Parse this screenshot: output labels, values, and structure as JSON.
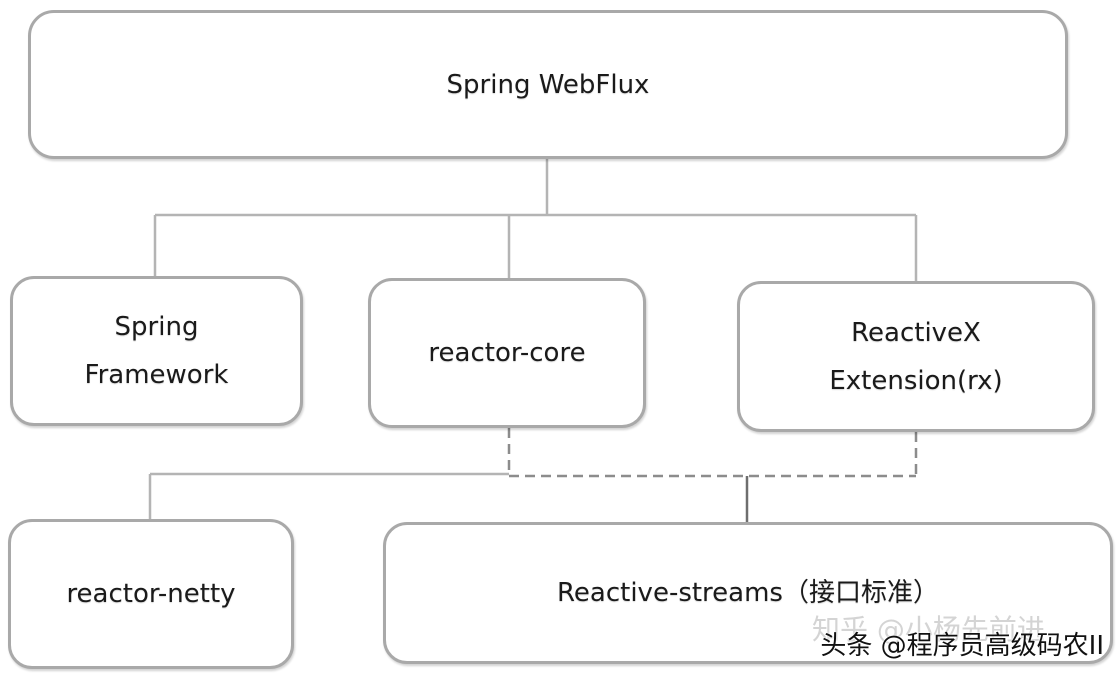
{
  "nodes": {
    "webflux": {
      "line1": "Spring WebFlux"
    },
    "spring_framework": {
      "line1": "Spring",
      "line2": "Framework"
    },
    "reactor_core": {
      "line1": "reactor-core"
    },
    "reactivex": {
      "line1": "ReactiveX",
      "line2": "Extension(rx)"
    },
    "reactor_netty": {
      "line1": "reactor-netty"
    },
    "reactive_streams": {
      "line1": "Reactive-streams（接口标准）"
    }
  },
  "watermarks": {
    "zhihu": "知乎 @小杨先前进",
    "toutiao": "头条 @程序员高级码农II"
  },
  "colors": {
    "border": "#a9a9a9",
    "solid_line": "#b4b4b4",
    "dashed_line": "#8c8c8c",
    "text": "#1a1a1a"
  }
}
